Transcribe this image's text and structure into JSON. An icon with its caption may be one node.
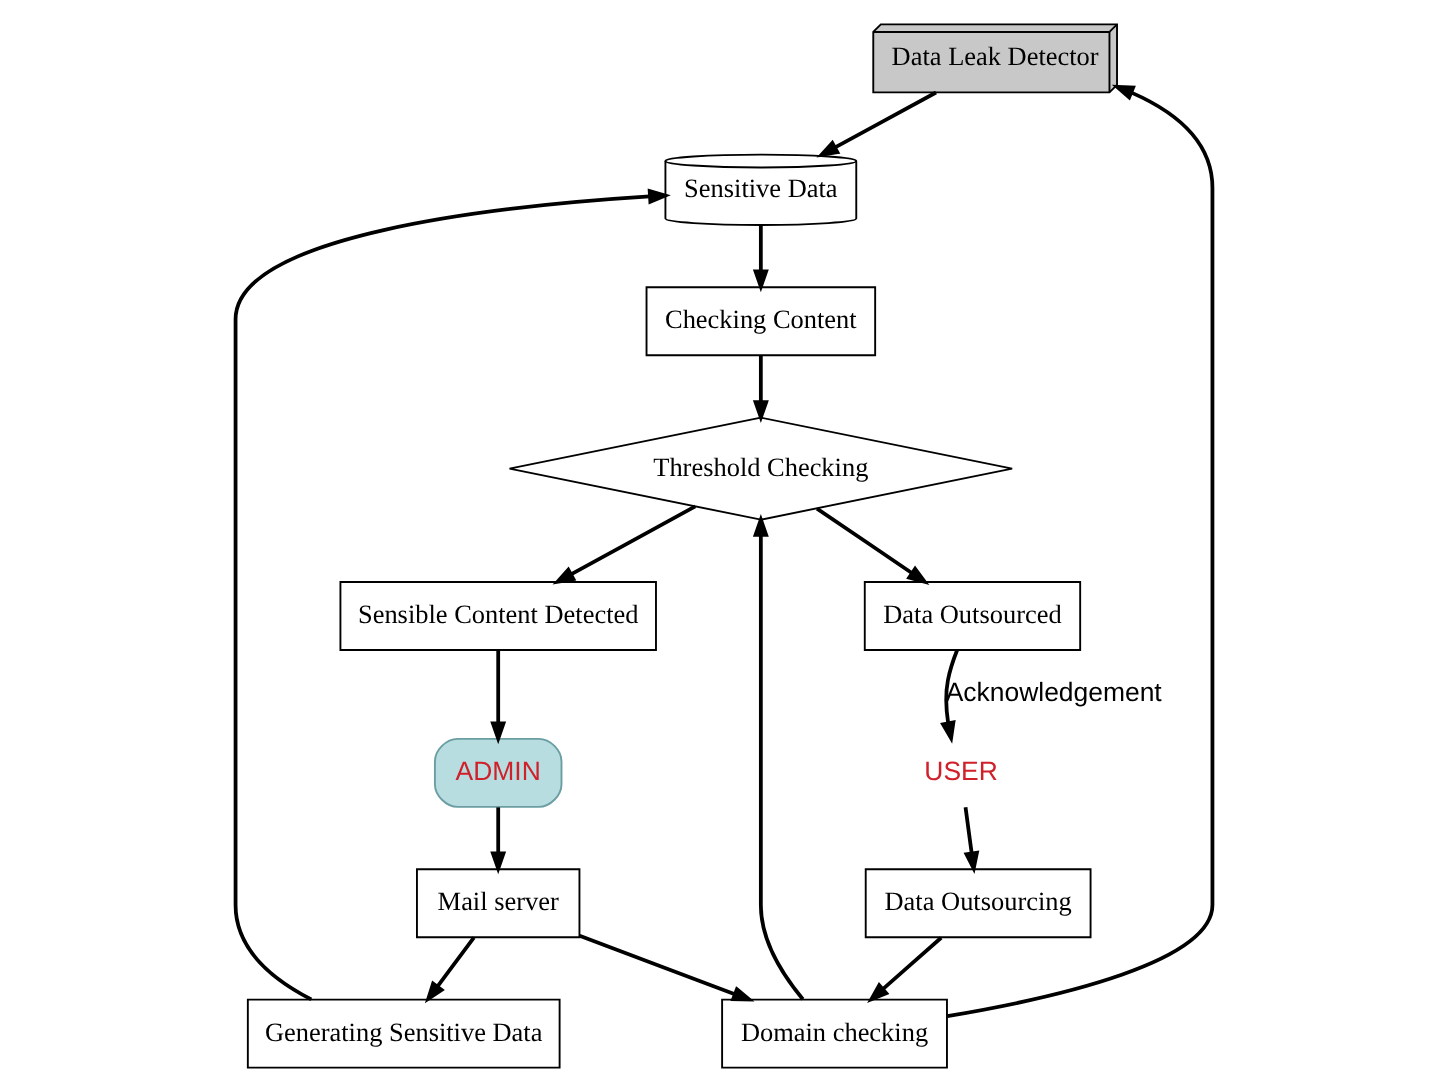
{
  "diagram": {
    "nodes": [
      {
        "text": [
          "Data Leak Detector"
        ]
      },
      {
        "text": [
          "Sensitive Data"
        ]
      },
      {
        "text": [
          "Checking Content"
        ]
      },
      {
        "text": [
          "Generating Sensitive Data"
        ]
      },
      {
        "text": [
          "Threshold Checking"
        ]
      },
      {
        "text": [
          "Domain checking"
        ]
      },
      {
        "text": [
          "Mail server"
        ]
      },
      {
        "text": [
          "Data Outsourced"
        ]
      },
      {
        "text": [
          "ADMIN"
        ]
      },
      {
        "text": [
          "Sensible Content Detected"
        ]
      },
      {
        "text": [
          "Data Outsourcing"
        ]
      },
      {
        "text": [
          "USER"
        ]
      }
    ],
    "edges": [
      {
        "from": 0,
        "to": 1,
        "arrow": "to"
      },
      {
        "from": 1,
        "to": 2,
        "arrow": "to"
      },
      {
        "from": 2,
        "to": 4,
        "arrow": "to"
      },
      {
        "from": 3,
        "to": 1,
        "arrow": "to"
      },
      {
        "from": 6,
        "to": 3,
        "arrow": "to"
      },
      {
        "from": 6,
        "to": 5,
        "arrow": "to"
      },
      {
        "from": 5,
        "to": 4,
        "arrow": "to"
      },
      {
        "from": 5,
        "to": 0,
        "arrow": "to"
      },
      {
        "from": 4,
        "to": 7,
        "arrow": "to"
      },
      {
        "from": 4,
        "to": 9,
        "arrow": "to"
      },
      {
        "from": 8,
        "to": 6,
        "arrow": "to"
      },
      {
        "from": 9,
        "to": 8,
        "arrow": "to"
      },
      {
        "from": 10,
        "to": 5,
        "arrow": "to"
      },
      {
        "from": 11,
        "to": 10,
        "arrow": "to"
      },
      {
        "from": 7,
        "to": 11,
        "arrow": "to",
        "label": "Acknowledgement"
      }
    ]
  }
}
